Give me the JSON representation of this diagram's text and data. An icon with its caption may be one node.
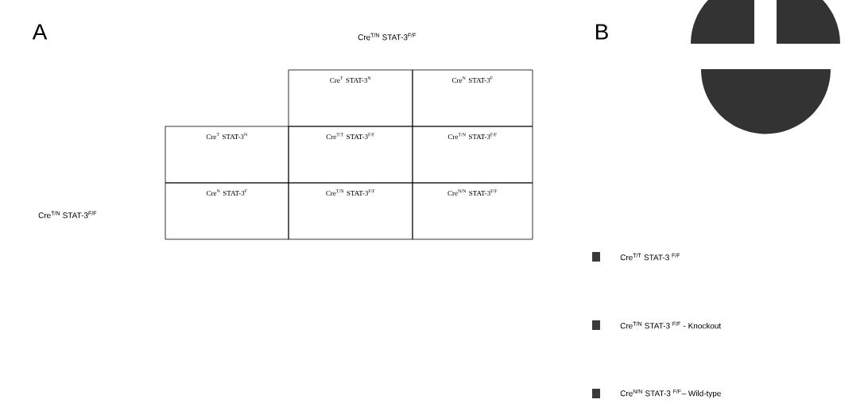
{
  "diagram": {
    "nodes": [
      {
        "text": [
          "Cre$^{T}$ STAT-3$^{N}$"
        ]
      },
      {
        "text": [
          "Cre$^{N}$ STAT-3$^{F}$"
        ]
      },
      {
        "text": [
          "Cre$^{T}$ STAT-3$^{N}$"
        ]
      },
      {
        "text": [
          "Cre$^{T/T}$ STAT-3$^{F/F}$"
        ]
      },
      {
        "text": [
          "Cre$^{T/N}$ STAT-3$^{F/F}$"
        ]
      },
      {
        "text": [
          "Cre$^{N}$ STAT-3$^{F}$"
        ]
      },
      {
        "text": [
          "Cre$^{T/N}$ STAT-3$^{F/F}$"
        ]
      },
      {
        "text": [
          "Cre$^{N/N}$ STAT-3$^{F/F}$"
        ]
      }
    ],
    "labels": [
      "A",
      "Cre$^{T/N}$ STAT-3$^{F/F}$",
      "B",
      "Cre$^{T/N}$ STAT-3$^{F/F}$"
    ],
    "legend": [
      {
        "text": "Cre$^{T/T}$ STAT-3 $^{F/F}$",
        "color": "#3a3a3a"
      },
      {
        "text": "Cre$^{T/N}$ STAT-3 $^{F/F}$ - Knockout",
        "color": "#3a3a3a"
      },
      {
        "text": "Cre$^{N/N}$ STAT-3 $^{F/F}$– Wild-type",
        "color": "#3a3a3a"
      }
    ]
  }
}
